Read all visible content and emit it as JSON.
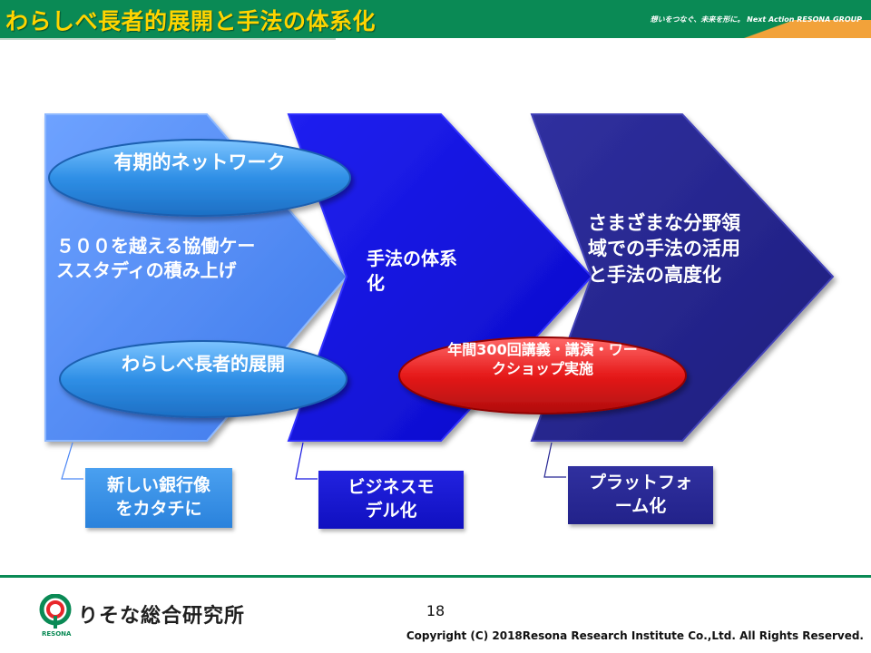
{
  "header": {
    "title": "わらしべ長者的展開と手法の体系化",
    "tagline": "想いをつなぐ、未来を形に。 Next Action RESONA GROUP"
  },
  "diagram": {
    "stage1_text": "５００を越える協働ケーススタディの積み上げ",
    "stage2_text": "手法の体系化",
    "stage3_text": "さまざまな分野領域での手法の活用と手法の高度化",
    "pill_network": "有期的ネットワーク",
    "pill_warashibe": "わらしべ長者的展開",
    "pill_annual": "年間300回講義・講演・ワークショップ実施",
    "box1": "新しい銀行像をカタチに",
    "box2": "ビジネスモデル化",
    "box3": "プラットフォーム化",
    "colors": {
      "stage1": "#4a86f5",
      "stage2": "#1414e0",
      "stage3": "#262693",
      "pill_blue": "#2f8fe6",
      "pill_red": "#e61a1a",
      "box1": "#2f8fe6",
      "box2": "#1414c8",
      "box3": "#262693"
    }
  },
  "footer": {
    "logo_name": "りそな総合研究所",
    "logo_sub": "RESONA",
    "page_number": "18",
    "copyright": "Copyright (C) 2018Resona Research Institute Co.,Ltd. All Rights Reserved."
  }
}
